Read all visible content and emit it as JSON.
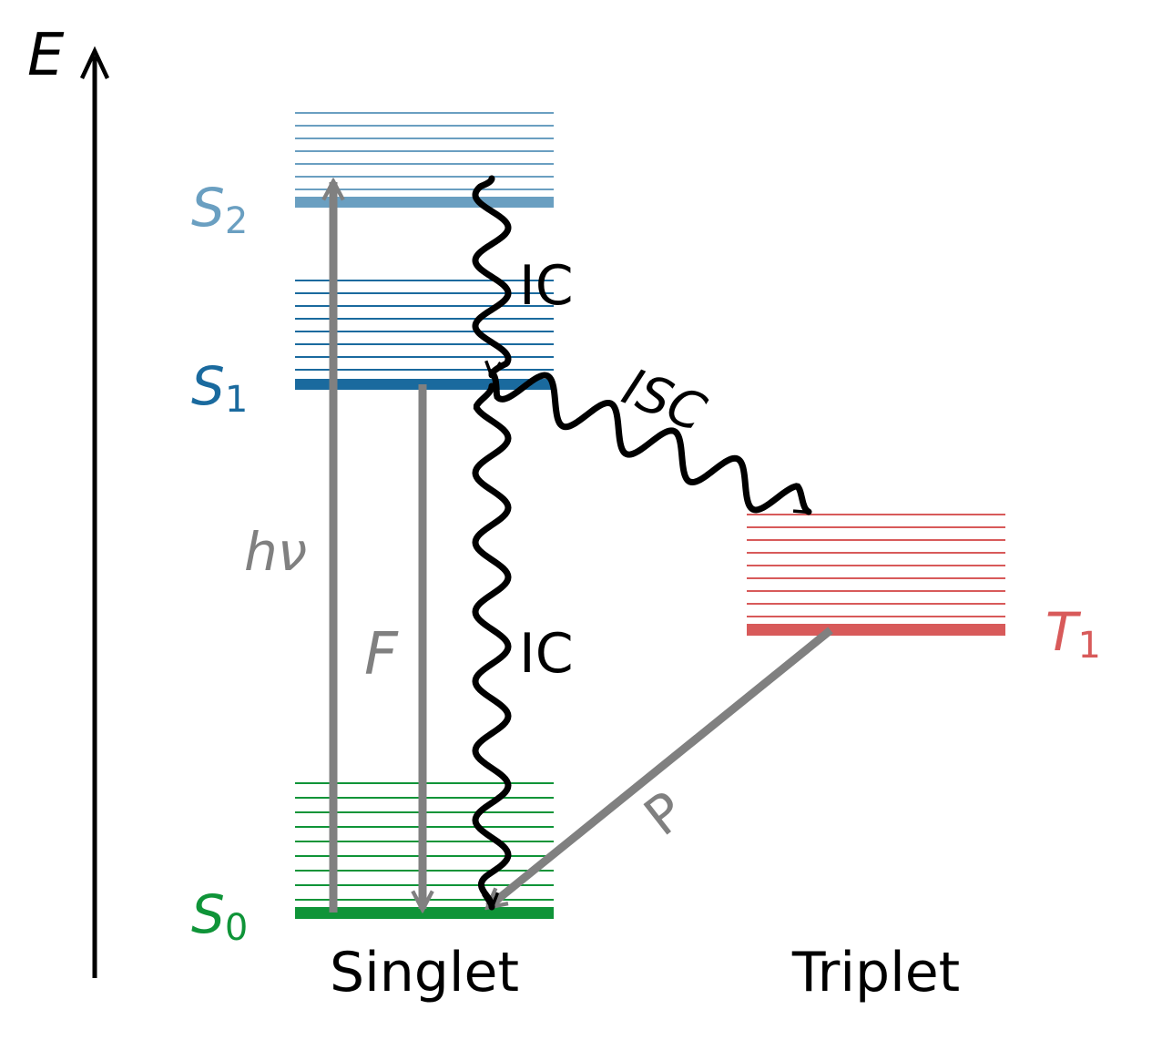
{
  "axis": {
    "symbol": "E"
  },
  "levels": {
    "S2": {
      "main": "S",
      "sub": "2",
      "color": "#6a9fc1"
    },
    "S1": {
      "main": "S",
      "sub": "1",
      "color": "#1a6a9e"
    },
    "S0": {
      "main": "S",
      "sub": "0",
      "color": "#0f9438"
    },
    "T1": {
      "main": "T",
      "sub": "1",
      "color": "#d85a5a"
    }
  },
  "transitions": {
    "absorption": "hν",
    "fluorescence": "F",
    "ic_upper": "IC",
    "ic_lower": "IC",
    "isc": "ISC",
    "phosphorescence": "P"
  },
  "groups": {
    "singlet": "Singlet",
    "triplet": "Triplet"
  },
  "colors": {
    "radiative": "#808080",
    "nonradiative": "#000000"
  }
}
